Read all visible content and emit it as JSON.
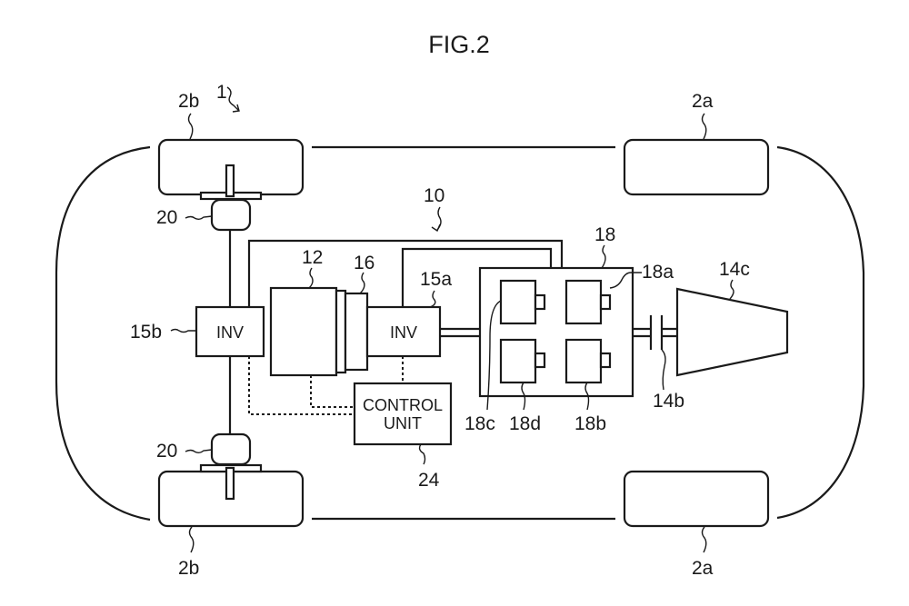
{
  "figure": {
    "title": "FIG.2"
  },
  "labels": {
    "vehicle": "1",
    "drive_system": "10",
    "rear_wheel_top": "2b",
    "rear_wheel_bottom": "2b",
    "front_wheel_top": "2a",
    "front_wheel_bottom": "2a",
    "wheel_unit_top": "20",
    "wheel_unit_bottom": "20",
    "engine": "12",
    "generator": "16",
    "inverter_a": "15a",
    "inverter_b": "15b",
    "battery_pack": "18",
    "cell_a": "18a",
    "cell_b": "18b",
    "cell_c": "18c",
    "cell_d": "18d",
    "clutch": "14b",
    "load_unit": "14c",
    "control_unit": "24"
  },
  "boxes": {
    "inverter_a_text": "INV",
    "inverter_b_text": "INV",
    "control_unit_line1": "CONTROL",
    "control_unit_line2": "UNIT"
  }
}
